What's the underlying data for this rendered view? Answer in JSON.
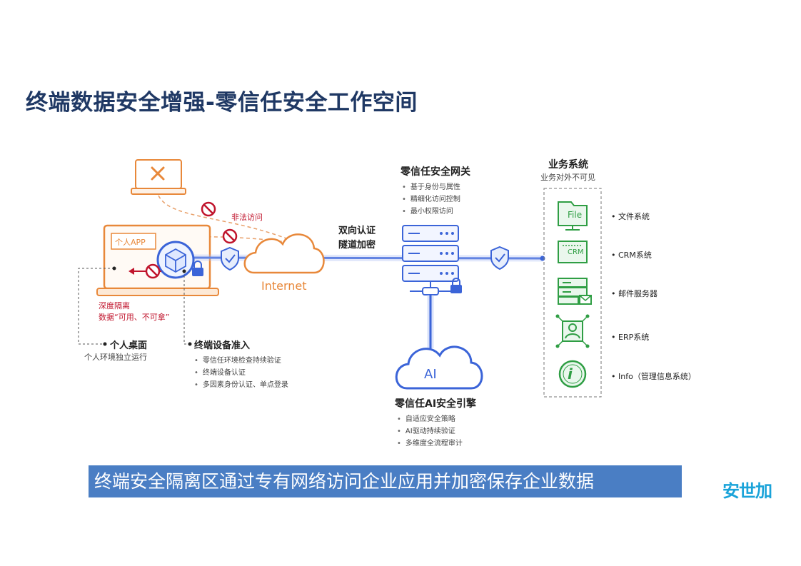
{
  "title": "终端数据安全增强-零信任安全工作空间",
  "device": {
    "app_label": "个人APP",
    "illegal_access": "非法访问",
    "isolation_title": "深度隔离",
    "isolation_desc": "数据“可用、不可拿”",
    "desktop_title": "个人桌面",
    "desktop_desc": "个人环境独立运行",
    "admission_title": "终端设备准入",
    "admission_items": [
      "零信任环境检查持续验证",
      "终端设备认证",
      "多因素身份认证、单点登录"
    ]
  },
  "network": {
    "internet_label": "Internet",
    "tunnel_line1": "双向认证",
    "tunnel_line2": "隧道加密"
  },
  "gateway": {
    "title": "零信任安全网关",
    "items": [
      "基于身份与属性",
      "精细化访问控制",
      "最小权限访问"
    ]
  },
  "ai_engine": {
    "icon_label": "AI",
    "title": "零信任AI安全引擎",
    "items": [
      "自适应安全策略",
      "AI驱动持续验证",
      "多维度全流程审计"
    ]
  },
  "business": {
    "title": "业务系统",
    "subtitle": "业务对外不可见",
    "systems": [
      {
        "label": "文件系统",
        "icon_text": "File"
      },
      {
        "label": "CRM系统",
        "icon_text": "CRM"
      },
      {
        "label": "邮件服务器",
        "icon_text": ""
      },
      {
        "label": "ERP系统",
        "icon_text": ""
      },
      {
        "label": "Info（管理信息系统）",
        "icon_text": ""
      }
    ]
  },
  "banner": "终端安全隔离区通过专有网络访问企业应用并加密保存企业数据",
  "logo": "安世加",
  "colors": {
    "title": "#1f3864",
    "orange": "#e8883a",
    "blue": "#3b64d8",
    "green": "#2f9e44",
    "red": "#c0142c",
    "banner": "#4a7ec4",
    "logo": "#1aa3d9"
  }
}
